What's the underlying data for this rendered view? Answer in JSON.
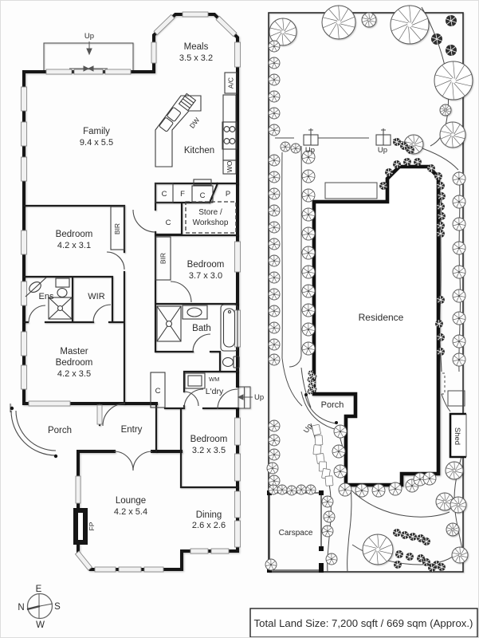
{
  "floorplan": {
    "rooms": {
      "meals": {
        "name": "Meals",
        "dims": "3.5 x 3.2"
      },
      "family": {
        "name": "Family",
        "dims": "9.4 x 5.5"
      },
      "kitchen": {
        "name": "Kitchen"
      },
      "store": {
        "line1": "Store /",
        "line2": "Workshop"
      },
      "bedroom1": {
        "name": "Bedroom",
        "dims": "4.2 x 3.1"
      },
      "bedroom2": {
        "name": "Bedroom",
        "dims": "3.7 x 3.0"
      },
      "bedroom3": {
        "name": "Bedroom",
        "dims": "3.2 x 3.5"
      },
      "master": {
        "line1": "Master",
        "line2": "Bedroom",
        "dims": "4.2 x 3.5"
      },
      "ens": {
        "name": "Ens"
      },
      "wir": {
        "name": "WIR"
      },
      "bath": {
        "name": "Bath"
      },
      "ldry": {
        "name": "L'dry"
      },
      "porch": {
        "name": "Porch"
      },
      "entry": {
        "name": "Entry"
      },
      "lounge": {
        "name": "Lounge",
        "dims": "4.2 x 5.4"
      },
      "dining": {
        "name": "Dining",
        "dims": "2.6 x 2.6"
      }
    },
    "labels": {
      "ac": "A/C",
      "dw": "DW",
      "wo": "WO",
      "pantry": "P",
      "fridge": "F",
      "cupboard": "C",
      "bir": "BIR",
      "wm": "WM",
      "fireplace": "FP",
      "up": "Up"
    }
  },
  "siteplan": {
    "labels": {
      "residence": "Residence",
      "porch": "Porch",
      "shed": "Shed",
      "carspace": "Carspace",
      "up": "Up"
    }
  },
  "compass": {
    "north": "N",
    "east": "E",
    "south": "S",
    "west": "W"
  },
  "footer": {
    "total_land_size": "Total Land Size: 7,200 sqft / 669 sqm (Approx.)"
  },
  "colors": {
    "wall": "#161616",
    "line": "#3a3a3a",
    "text": "#2b2b2b"
  }
}
